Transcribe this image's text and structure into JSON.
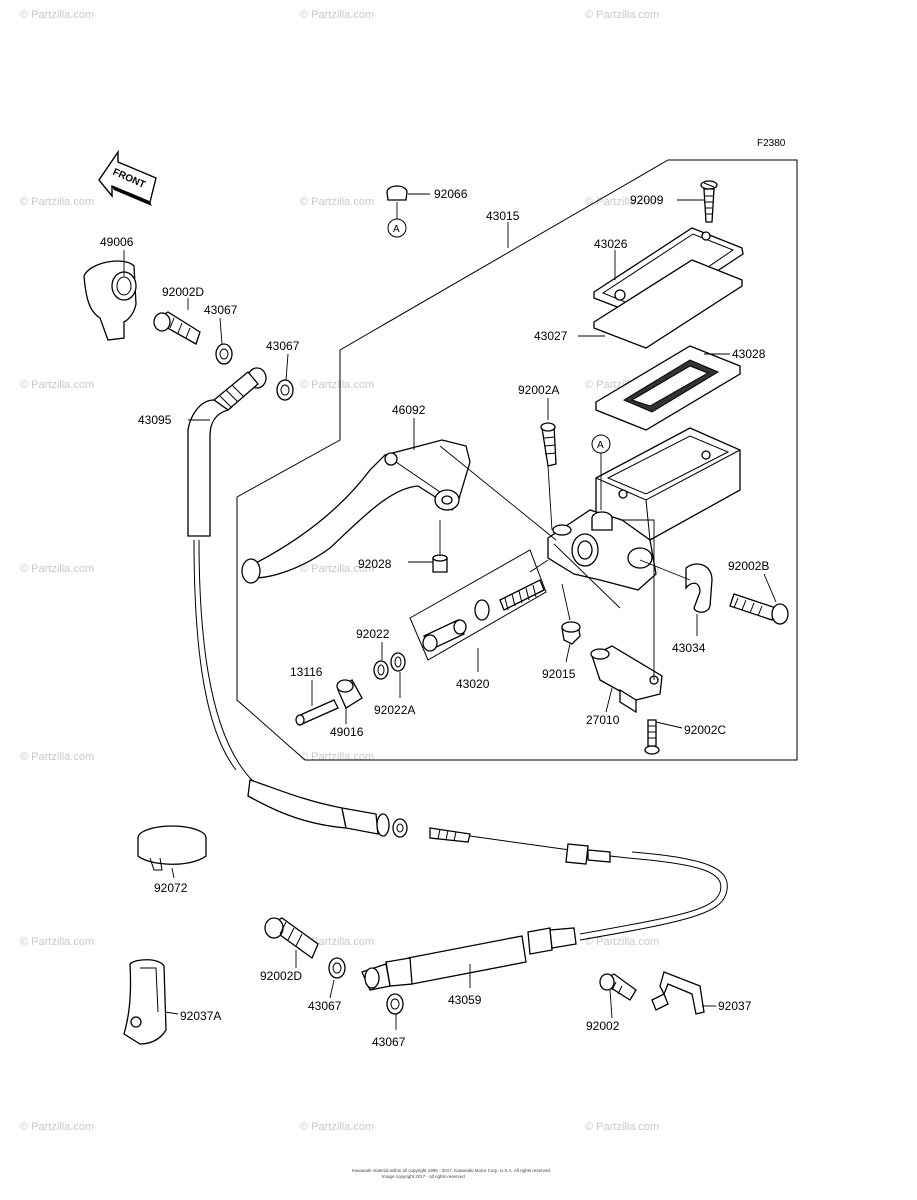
{
  "diagram": {
    "figure_code": "F2380",
    "front_label": "FRONT",
    "watermark": "© Partzilla.com",
    "footer": {
      "line1": "Kawasaki material within all copyright 1995 - 2017, Kawasaki Motor Corp, U.S.A. All rights reserved.",
      "line2": "Image copyright 2017 - all rights reserved"
    },
    "reference_marks": [
      "A",
      "A"
    ],
    "parts": [
      "92066",
      "43015",
      "92009",
      "43026",
      "43027",
      "43028",
      "49006",
      "92002D",
      "43067",
      "43067",
      "43095",
      "46092",
      "92002A",
      "92028",
      "92002B",
      "43034",
      "92022",
      "43020",
      "92015",
      "13116",
      "49016",
      "92022A",
      "27010",
      "92002C",
      "92072",
      "43059",
      "92002D",
      "43067",
      "92037A",
      "43067",
      "92002",
      "92037"
    ]
  }
}
